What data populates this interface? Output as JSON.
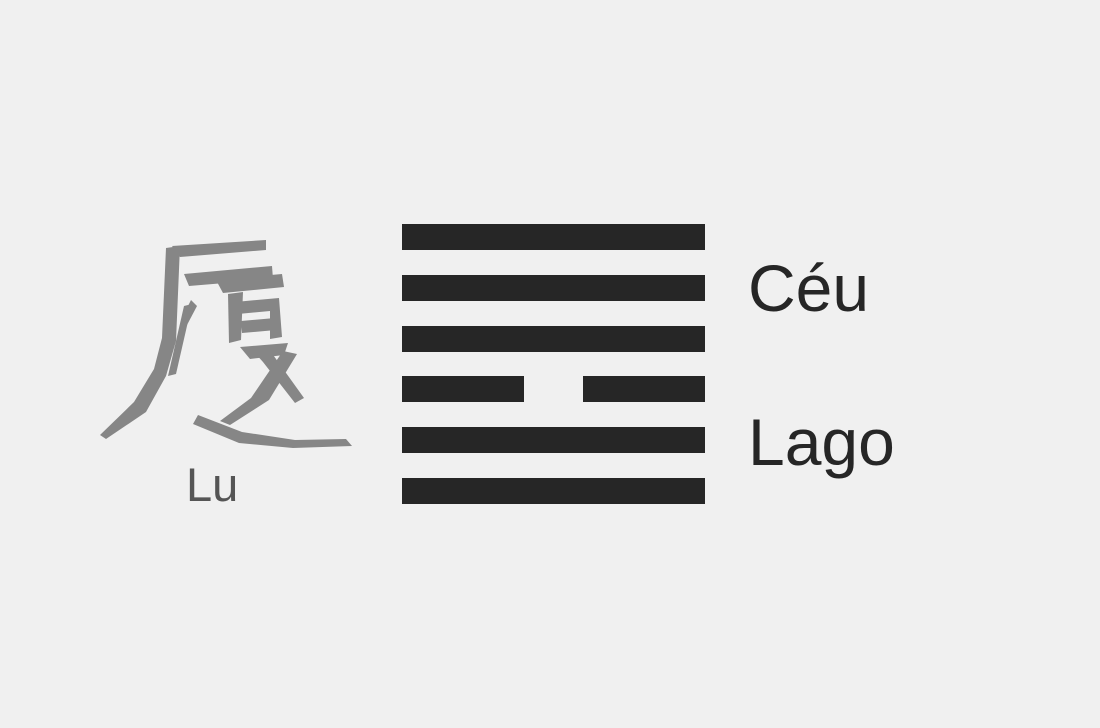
{
  "hexagram": {
    "character": "履",
    "name": "Lu",
    "lines_top_to_bottom": [
      "yang",
      "yang",
      "yang",
      "yin",
      "yang",
      "yang"
    ]
  },
  "trigrams": {
    "upper": "Céu",
    "lower": "Lago"
  },
  "colors": {
    "background": "#f0f0f0",
    "character_ink": "#858585",
    "name_text": "#555555",
    "lines": "#262626"
  }
}
